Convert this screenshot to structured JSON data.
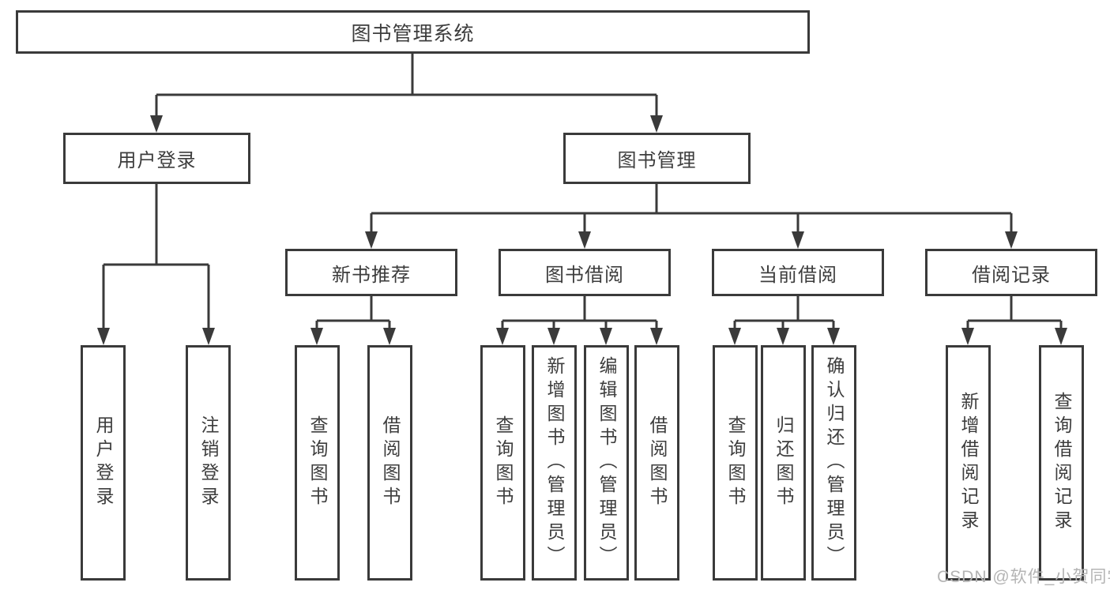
{
  "diagram_type": "hierarchy-tree",
  "tree": {
    "label": "图书管理系统",
    "children": [
      {
        "label": "用户登录",
        "children": [
          {
            "label": "用户登录"
          },
          {
            "label": "注销登录"
          }
        ]
      },
      {
        "label": "图书管理",
        "children": [
          {
            "label": "新书推荐",
            "children": [
              {
                "label": "查询图书"
              },
              {
                "label": "借阅图书"
              }
            ]
          },
          {
            "label": "图书借阅",
            "children": [
              {
                "label": "查询图书"
              },
              {
                "label": "新增图书（管理员）"
              },
              {
                "label": "编辑图书（管理员）"
              },
              {
                "label": "借阅图书"
              }
            ]
          },
          {
            "label": "当前借阅",
            "children": [
              {
                "label": "查询图书"
              },
              {
                "label": "归还图书"
              },
              {
                "label": "确认归还（管理员）"
              }
            ]
          },
          {
            "label": "借阅记录",
            "children": [
              {
                "label": "新增借阅记录"
              },
              {
                "label": "查询借阅记录"
              }
            ]
          }
        ]
      }
    ]
  },
  "watermark": {
    "text": "CSDN @软件_小贺同学"
  },
  "colors": {
    "background": "#ffffff",
    "box_border": "#3a3a3a",
    "connector": "#3a3a3a",
    "text": "#3d3d3d",
    "watermark_text": "#b4b4b4"
  }
}
